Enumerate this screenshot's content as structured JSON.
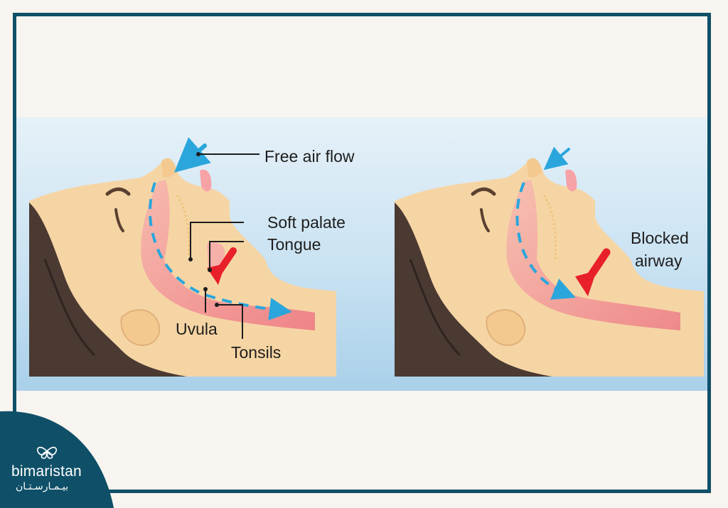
{
  "diagram": {
    "normal_panel": {
      "labels": {
        "free_air_flow": "Free air flow",
        "soft_palate": "Soft palate",
        "tongue": "Tongue",
        "uvula": "Uvula",
        "tonsils": "Tonsils"
      }
    },
    "obstructed_panel": {
      "labels": {
        "blocked_airway_line1": "Blocked",
        "blocked_airway_line2": "airway"
      }
    }
  },
  "brand": {
    "name": "bimaristan",
    "arabic_name": "بيـمـارسـتـان"
  },
  "colors": {
    "frame": "#0f5068",
    "skin": "#f6d5a4",
    "airway": "#f08a8e",
    "air_flow_arrow": "#2aa6dc",
    "blockage_arrow": "#e8202a",
    "hair": "#4a3a32",
    "logo_bg": "#0f5068"
  }
}
